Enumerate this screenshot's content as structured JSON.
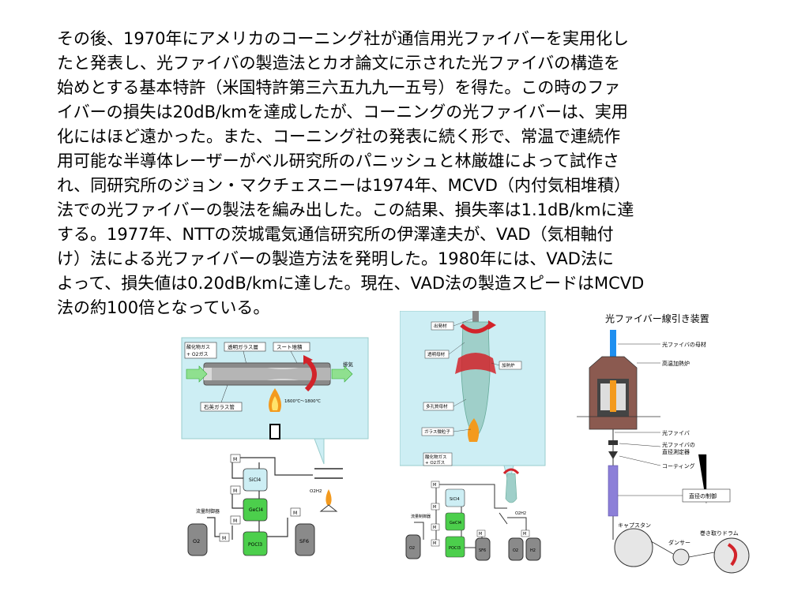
{
  "slide": {
    "lines": [
      "その後、1970年にアメリカのコーニング社が通信用光ファイバーを実用化し",
      "たと発表し、光ファイバの製造法とカオ論文に示された光ファイバの構造を",
      "始めとする基本特許（米国特許第三六五九九一五号）を得た。この時のファ",
      "イバーの損失は20dB/kmを達成したが、コーニングの光ファイバーは、実用",
      "化にはほど遠かった。また、コーニング社の発表に続く形で、常温で連続作",
      "用可能な半導体レーザーがベル研究所のパニッシュと林厳雄によって試作さ",
      "れ、同研究所のジョン・マクチェスニーは1974年、MCVD（内付気相堆積）",
      "法での光ファイバーの製法を編み出した。この結果、損失率は1.1dB/kmに達",
      "する。1977年、NTTの茨城電気通信研究所の伊澤達夫が、VAD（気相軸付",
      "け）法による光ファイバーの製造方法を発明した。1980年には、VAD法に",
      "よって、損失値は0.20dB/kmに達した。現在、VAD法の製造スピードはMCVD",
      "法の約100倍となっている。"
    ]
  },
  "mcvd": {
    "label_gas_in": "酸化物ガス\n+ O2ガス",
    "label_glass_layer": "透明ガラス層",
    "label_soot": "スート堆積",
    "label_exhaust": "排気",
    "label_tube": "石英ガラス管",
    "label_temp": "1600℃〜1800℃",
    "label_o2h2": "O2H2",
    "label_flow": "流量制御器",
    "label_m": "M",
    "bottle_o2": "O2",
    "bottle_sf6": "SF6",
    "bubbler_1": "SiCl4",
    "bubbler_2": "GeCl4",
    "bubbler_3": "POCl3"
  },
  "vad": {
    "label_seed": "出発材",
    "label_preform": "透明母材",
    "label_heater": "加熱炉",
    "label_porous": "多孔質母材",
    "label_particles": "ガラス微粒子",
    "label_gas": "酸化物ガス\n+ O2ガス",
    "label_flow": "流量制御器",
    "label_o2h2": "O2H2",
    "label_m": "M",
    "bottle_o2": "O2",
    "bottle_sf6": "SF6",
    "bottle_o2b": "O2",
    "bottle_h2": "H2",
    "bubbler_1": "SiCl4",
    "bubbler_2": "GeCl4",
    "bubbler_3": "POCl3"
  },
  "drawing": {
    "title": "光ファイバー線引き装置",
    "label_preform": "光ファイバの母材",
    "label_furnace": "高温加熱炉",
    "label_fiber": "光ファイバ",
    "label_measure": "光ファイバの\n直径測定器",
    "label_coating": "コーティング",
    "label_control": "直径の制御",
    "label_capstan": "キャプスタン",
    "label_dancer": "ダンサー",
    "label_drum": "巻き取りドラム"
  },
  "colors": {
    "panel_bg": "#cdeef4",
    "bubbler_green": "#4ccf4c",
    "arrow_red": "#d2232a",
    "flame_orange": "#f39a1e",
    "furnace_brown": "#8b5a50",
    "fiber_blue": "#1f8ff0",
    "coating_purple": "#8c7fd8"
  }
}
